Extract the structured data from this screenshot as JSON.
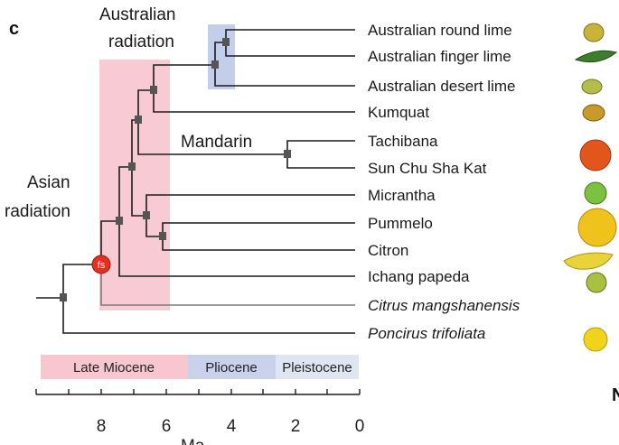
{
  "panel_label": "c",
  "clades": {
    "australian": "Australian radiation",
    "australian_l1": "Australian",
    "australian_l2": "radiation",
    "mandarin": "Mandarin",
    "asian_l1": "Asian",
    "asian_l2": "radiation"
  },
  "node_marker": "fs",
  "taxa": [
    {
      "name": "Australian round lime",
      "italic": false
    },
    {
      "name": "Australian finger lime",
      "italic": false
    },
    {
      "name": "Australian desert lime",
      "italic": false
    },
    {
      "name": "Kumquat",
      "italic": false
    },
    {
      "name": "Tachibana",
      "italic": false
    },
    {
      "name": "Sun Chu Sha Kat",
      "italic": false
    },
    {
      "name": "Micrantha",
      "italic": false
    },
    {
      "name": "Pummelo",
      "italic": false
    },
    {
      "name": "Citron",
      "italic": false
    },
    {
      "name": "Ichang papeda",
      "italic": false
    },
    {
      "name": "Citrus mangshanensis",
      "italic": true
    },
    {
      "name": "Poncirus trifoliata",
      "italic": true
    }
  ],
  "epochs": [
    {
      "name": "Late Miocene",
      "color": "#f7c6cf"
    },
    {
      "name": "Pliocene",
      "color": "#c9d2ea"
    },
    {
      "name": "Pleistocene",
      "color": "#dfe5f1"
    }
  ],
  "axis": {
    "ticks": [
      "8",
      "6",
      "4",
      "2",
      "0"
    ],
    "unit_partial": "Ma"
  },
  "colors": {
    "late_miocene_band": "#f5b8c4",
    "pliocene_band": "#b9c5e6",
    "fs_marker": "#e2321f"
  },
  "fruits": [
    {
      "name": "round-lime-fruit",
      "color": "#c9b43a"
    },
    {
      "name": "finger-lime-fruit",
      "color": "#3e7d2a"
    },
    {
      "name": "desert-lime-fruit",
      "color": "#b5bd4a"
    },
    {
      "name": "kumquat-fruit",
      "color": "#c79a2a"
    },
    {
      "name": "tachibana-fruit",
      "color": "#e2561c"
    },
    {
      "name": "micrantha-fruit",
      "color": "#7cc23e"
    },
    {
      "name": "pummelo-fruit",
      "color": "#f0c21c"
    },
    {
      "name": "citron-fruit",
      "color": "#ead23a"
    },
    {
      "name": "papeda-fruit",
      "color": "#a9c040"
    },
    {
      "name": "poncirus-fruit",
      "color": "#f2d31b"
    }
  ]
}
